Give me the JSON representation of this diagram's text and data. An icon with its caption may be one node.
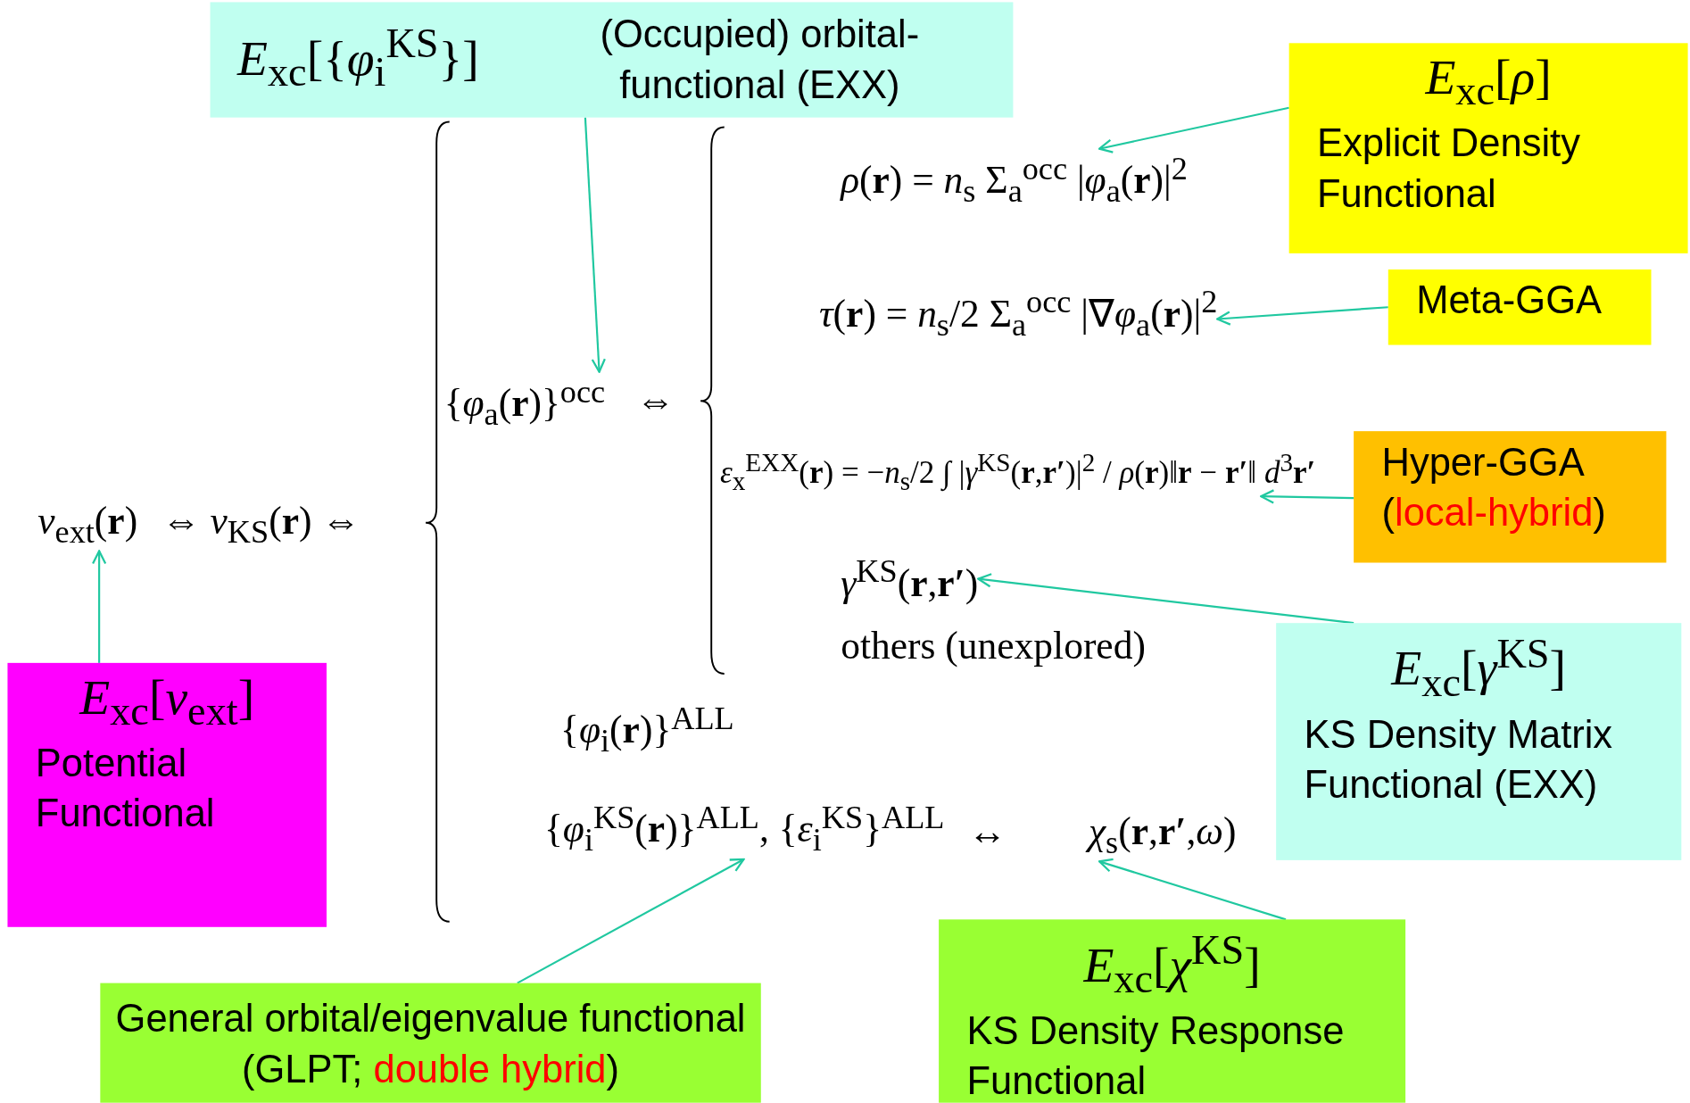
{
  "diagram": {
    "nodes": [
      {
        "text": [
          "*E*$_{xc}$[{*φ*$_{i}$$^{KS}$}]",
          "(Occupied) orbital-functional (EXX)"
        ]
      },
      {
        "text": [
          "*E*$_{xc}$[*ρ*]",
          "Explicit Density Functional"
        ]
      },
      {
        "text": [
          "*ρ*(**r**) = *n*$_{s}$ Σ$_{a}$$^{occ}$ |*φ*$_{a}$(**r**)|$^{2}$"
        ]
      },
      {
        "text": [
          "*τ*(**r**) = *n*$_{s}$/2 Σ$_{a}$$^{occ}$ |∇*φ*$_{a}$(**r**)|$^{2}$"
        ]
      },
      {
        "text": [
          "Meta-GGA"
        ]
      },
      {
        "text": [
          "{*φ*$_{a}$(**r**)}$^{occ}$"
        ]
      },
      {
        "text": [
          "*ε*$_{x}$$^{EXX}$(**r**) = −*n*$_{s}$/2 ∫ |*γ*$^{KS}$(**r**,**r′**)|$^{2}$ / *ρ*(**r**)‖**r** − **r′**‖ *d*$^{3}$**r′**"
        ]
      },
      {
        "text": [
          "Hyper-GGA",
          "(local-hybrid)"
        ]
      },
      {
        "text": [
          "*γ*$^{KS}$(**r**,**r′**)"
        ]
      },
      {
        "text": [
          "*E*$_{xc}$[*γ*$^{KS}$]",
          "KS Density Matrix Functional (EXX)"
        ]
      },
      {
        "text": [
          "*v*$_{ext}$(**r**)"
        ]
      },
      {
        "text": [
          "*E*$_{xc}$[*v*$_{ext}$]",
          "Potential Functional"
        ]
      },
      {
        "text": [
          "{*φ*$_{i}$$^{KS}$(**r**)}$^{ALL}$, {*ε*$_{i}$$^{KS}$}$^{ALL}$"
        ]
      },
      {
        "text": [
          "General orbital/eigenvalue functional (GLPT; double hybrid)"
        ]
      },
      {
        "text": [
          "*χ*$_{s}$(**r**,**r′**,*ω*)"
        ]
      },
      {
        "text": [
          "*E*$_{xc}$[*χ*$^{KS}$]",
          "KS Density Response Functional"
        ]
      }
    ],
    "edges": [
      {
        "from": 0,
        "to": 5,
        "arrow": "to"
      },
      {
        "from": 1,
        "to": 2,
        "arrow": "to"
      },
      {
        "from": 4,
        "to": 3,
        "arrow": "to"
      },
      {
        "from": 7,
        "to": 6,
        "arrow": "to"
      },
      {
        "from": 9,
        "to": 8,
        "arrow": "to"
      },
      {
        "from": 11,
        "to": 10,
        "arrow": "to"
      },
      {
        "from": 13,
        "to": 12,
        "arrow": "to"
      },
      {
        "from": 15,
        "to": 14,
        "arrow": "to"
      }
    ],
    "labels": [
      "⇔ *v*$_{KS}$(**r**) ⇔",
      "⇔",
      "others (unexplored)",
      "{*φ*$_{i}$(**r**)}$^{ALL}$",
      "↔"
    ]
  }
}
